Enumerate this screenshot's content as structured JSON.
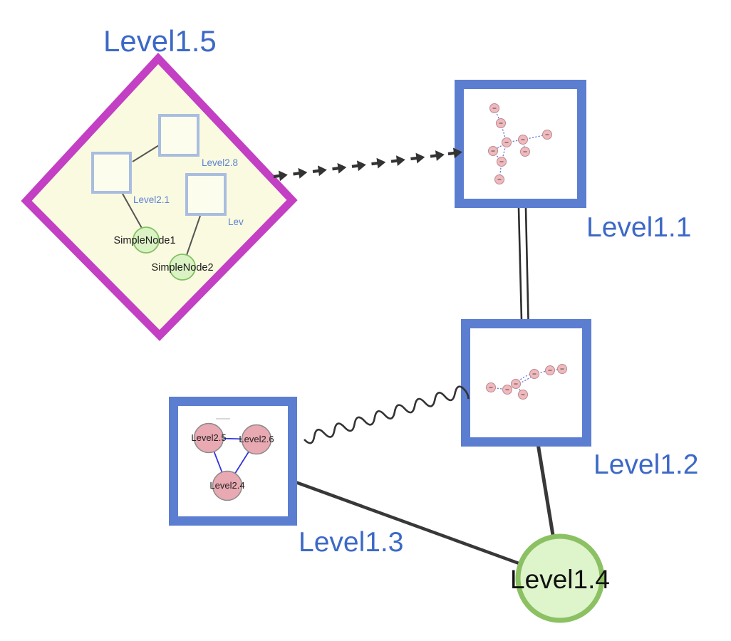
{
  "nodes": {
    "level15": {
      "label": "Level1.5",
      "shape": "diamond-group",
      "border_color": "#c33fc3",
      "fill": "#fafae0"
    },
    "level11": {
      "label": "Level1.1",
      "shape": "square-group",
      "border_color": "#5c7ed1",
      "fill": "#ffffff"
    },
    "level12": {
      "label": "Level1.2",
      "shape": "square-group",
      "border_color": "#5c7ed1",
      "fill": "#ffffff"
    },
    "level13": {
      "label": "Level1.3",
      "shape": "square-group",
      "border_color": "#5c7ed1",
      "fill": "#ffffff"
    },
    "level14": {
      "label": "Level1.4",
      "shape": "circle",
      "border_color": "#8cc163",
      "fill": "#def4cb"
    },
    "level28": {
      "label": "Level2.8",
      "shape": "square",
      "border_color": "#a9bddf"
    },
    "level21": {
      "label": "Level2.1",
      "shape": "square",
      "border_color": "#a9bddf"
    },
    "lev": {
      "label": "Lev",
      "shape": "square",
      "border_color": "#a9bddf"
    },
    "simple1": {
      "label": "SimpleNode1",
      "shape": "circle",
      "border_color": "#82c162",
      "fill": "#dbf2c4"
    },
    "simple2": {
      "label": "SimpleNode2",
      "shape": "circle",
      "border_color": "#82c162",
      "fill": "#dbf2c4"
    },
    "level25": {
      "label": "Level2.5",
      "shape": "circle",
      "border_color": "#8a8a8a",
      "fill": "#e9a9b2"
    },
    "level26": {
      "label": "Level2.6",
      "shape": "circle",
      "border_color": "#8a8a8a",
      "fill": "#e9a9b2"
    },
    "level24": {
      "label": "Level2.4",
      "shape": "circle",
      "border_color": "#8a8a8a",
      "fill": "#e9a9b2"
    }
  },
  "edges": [
    {
      "from": "Level1.5",
      "to": "Level1.1",
      "style": "arrow-dashes"
    },
    {
      "from": "Level1.1",
      "to": "Level1.2",
      "style": "double-line"
    },
    {
      "from": "Level1.3",
      "to": "Level1.2",
      "style": "wavy"
    },
    {
      "from": "Level1.3",
      "to": "Level1.4",
      "style": "solid"
    },
    {
      "from": "Level1.2",
      "to": "Level1.4",
      "style": "solid"
    },
    {
      "from": "Level2.1-square",
      "to": "Level2.8-square",
      "style": "solid-thin"
    },
    {
      "from": "Level2.1-square",
      "to": "SimpleNode1",
      "style": "solid-thin"
    },
    {
      "from": "Lev-square",
      "to": "SimpleNode2",
      "style": "solid-thin"
    },
    {
      "from": "Level2.5",
      "to": "Level2.6",
      "style": "blue"
    },
    {
      "from": "Level2.5",
      "to": "Level2.4",
      "style": "blue"
    },
    {
      "from": "Level2.6",
      "to": "Level2.4",
      "style": "blue"
    }
  ],
  "colors": {
    "edge_dark": "#333333",
    "inner_edge_blue": "#3333dd",
    "dotted_edge_blue": "#5f6fd8",
    "mini_node_fill": "#f1b9bd",
    "mini_node_stroke": "#b98b8f",
    "label_blue": "#3c69c7"
  }
}
